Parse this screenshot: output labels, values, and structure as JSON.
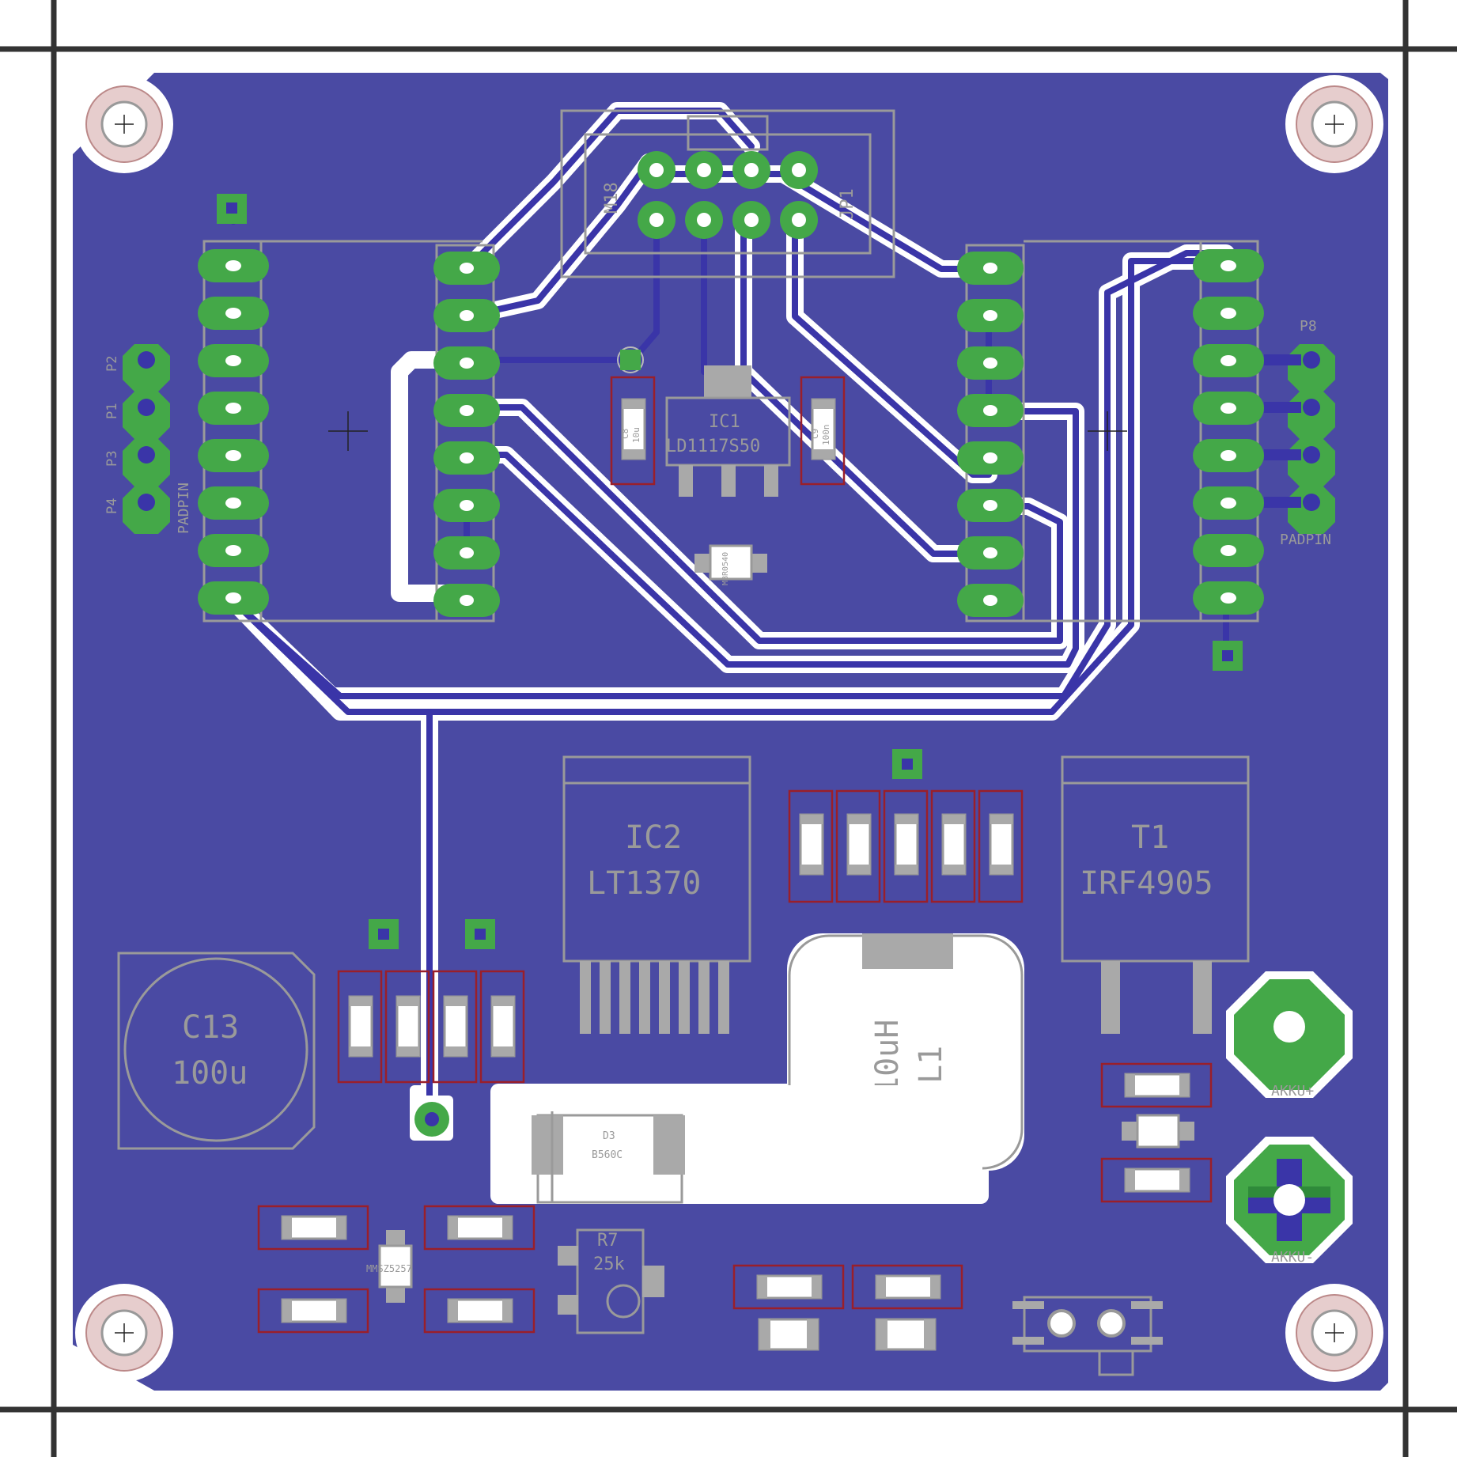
{
  "board": {
    "colors": {
      "copper_pour": "#4a4aa3",
      "trace": "#3a35a8",
      "pad": "#44a848",
      "silkscreen": "#9a9a9a",
      "keepout": "#9a1f2a",
      "frame": "#333333"
    }
  },
  "labels": {
    "ic1_name": "IC1",
    "ic1_value": "LD1117S50",
    "ic2_name": "IC2",
    "ic2_value": "LT1370",
    "t1_name": "T1",
    "t1_value": "IRF4905",
    "c13_name": "C13",
    "c13_value": "100u",
    "l1_name": "L1",
    "l1_value": "10uH",
    "d3_name": "D3",
    "d3_value": "B560C",
    "d2_value": "MBR0540",
    "d1_value": "MMSZ5257",
    "r7_name": "R7",
    "r7_value": "25k",
    "jp1": "JP1",
    "m18": "M18",
    "akku_plus": "AKKU+",
    "akku_minus": "AKKU-",
    "p8": "P8",
    "padpin": "PADPIN",
    "p1": "P1",
    "p2": "P2",
    "p3": "P3",
    "p4": "P4",
    "c8": "C8",
    "c8_val": "10u",
    "c9": "C9",
    "c9_val": "100n"
  }
}
